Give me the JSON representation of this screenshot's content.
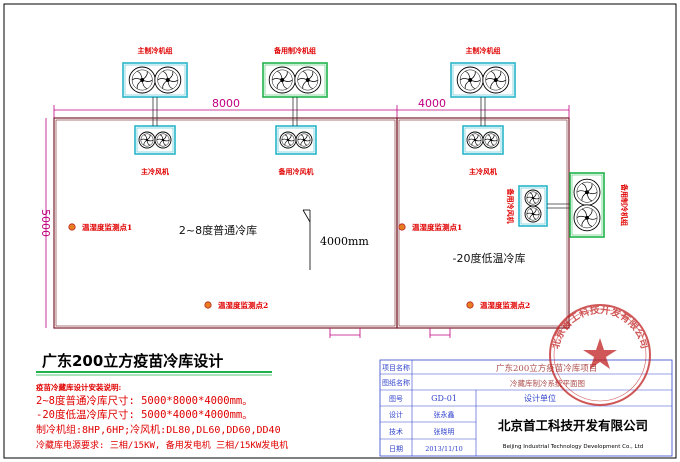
{
  "drawing": {
    "units_left": {
      "top_main": "主制冷机组",
      "top_backup": "备用制冷机组",
      "evap_main": "主冷风机",
      "evap_backup": "备用冷风机"
    },
    "units_right": {
      "top_main": "主制冷机组",
      "evap_main": "主冷风机",
      "side_backup_unit": "备用冷风机",
      "side_backup_evap": "备用制冷机组"
    },
    "dims": {
      "width_left": "8000",
      "width_right": "4000",
      "height_left": "5000",
      "door_span": "4000mm"
    },
    "rooms": {
      "left_name": "2~8度普通冷库",
      "right_name": "-20度低温冷库"
    },
    "sensors": {
      "left_1": "温湿度监测点1",
      "left_2": "温湿度监测点2",
      "right_1": "温湿度监测点1",
      "right_2": "温湿度监测点2"
    }
  },
  "notes": {
    "title": "广东200立方疫苗冷库设计",
    "heading": "疫苗冷藏库设计安装说明:",
    "line1": "2~8度普通冷库尺寸: 5000*8000*4000mm。",
    "line2": "-20度低温冷库尺寸: 5000*4000*4000mm。",
    "line3": "制冷机组:8HP,6HP;冷风机:DL80,DL60,DD60,DD40",
    "line4": "冷藏库电源要求: 三相/15KW, 备用发电机 三相/15KW发电机"
  },
  "title_block": {
    "project_label": "项目名称",
    "project_value": "广东200立方疫苗冷库项目",
    "drawing_label": "图纸名称",
    "drawing_value": "冷藏库制冷系统平面图",
    "number_label": "图号",
    "number_value": "GD-01",
    "design_label": "设计",
    "design_value": "张永鑫",
    "tech_label": "技术",
    "tech_value": "张晓明",
    "date_label": "日期",
    "date_value": "2013/11/10",
    "unit_label": "设计单位",
    "company": "北京首工科技开发有限公司",
    "company_en": "Beijing Industrial Technology Development Co., Ltd",
    "stamp_text": "北京首工科技开发有限公司"
  },
  "colors": {
    "wall": "#7a1f2b",
    "accent_red": "#e00000",
    "unit_cyan": "#27b6c8",
    "unit_green": "#1db34a",
    "dim_magenta": "#c00080",
    "grid_blue": "#3344cc",
    "stamp": "#c02020"
  }
}
